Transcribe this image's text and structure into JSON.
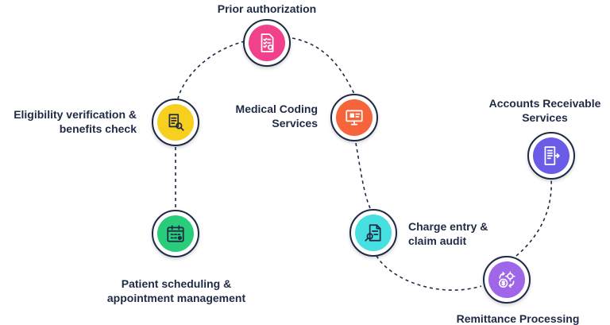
{
  "diagram": {
    "steps": [
      {
        "id": "prior-authorization",
        "lines": [
          "Prior authorization"
        ],
        "color": "#f0418a",
        "icon": "document-checklist-icon"
      },
      {
        "id": "eligibility-verification",
        "lines": [
          "Eligibility verification &",
          "benefits check"
        ],
        "color": "#f7cf1f",
        "icon": "document-search-icon"
      },
      {
        "id": "medical-coding",
        "lines": [
          "Medical Coding",
          "Services"
        ],
        "color": "#f5643a",
        "icon": "computer-monitor-icon"
      },
      {
        "id": "accounts-receivable",
        "lines": [
          "Accounts Receivable",
          "Services"
        ],
        "color": "#6b5ce7",
        "icon": "invoice-document-icon"
      },
      {
        "id": "charge-entry",
        "lines": [
          "Charge entry &",
          "claim audit"
        ],
        "color": "#47e0e0",
        "icon": "audit-document-icon"
      },
      {
        "id": "patient-scheduling",
        "lines": [
          "Patient scheduling &",
          "appointment management"
        ],
        "color": "#29cc7a",
        "icon": "calendar-icon"
      },
      {
        "id": "remittance-processing",
        "lines": [
          "Remittance Processing"
        ],
        "color": "#a066e8",
        "icon": "payment-cycle-icon"
      }
    ],
    "line_color": "#1f2a44"
  }
}
